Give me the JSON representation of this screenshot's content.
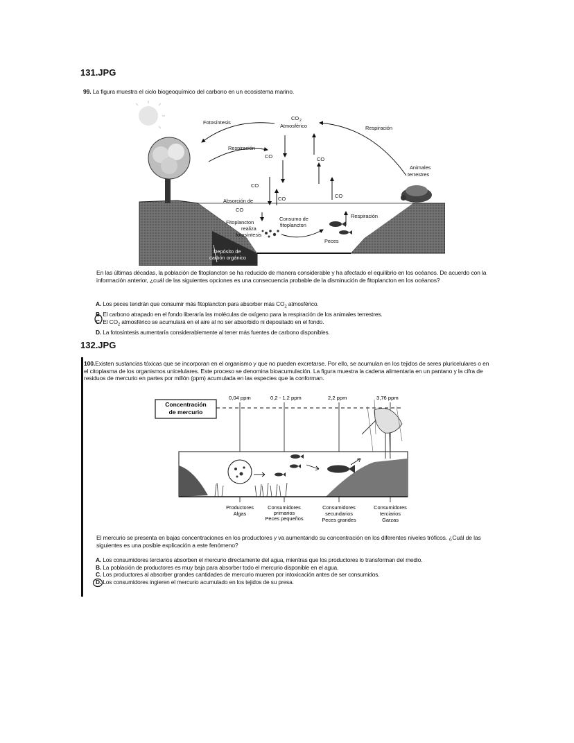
{
  "sections": [
    {
      "filename": "131.JPG",
      "question": {
        "number": "99.",
        "stem": "La figura muestra el ciclo biogeoquímico del carbono en un ecosistema marino.",
        "figure_labels": {
          "fotosintesis": "Fotosíntesis",
          "co2_atm_top": "CO",
          "atmosferico": "Atmosférico",
          "respiracion_right": "Respiración",
          "respiracion_left": "Respiración",
          "co2_a": "CO",
          "co2_b": "CO",
          "co2_c": "CO",
          "co2_d": "CO",
          "co2_e": "CO",
          "animales": "Animales",
          "terrestres": "terrestres",
          "absorcion": "Absorción de",
          "absorcion_co2": "CO",
          "fitoplancton_realiza": "Fitoplancton",
          "realiza": "realiza",
          "fotosintesis2": "fotosíntesis",
          "consumo": "Consumo de",
          "fitoplancton2": "fitoplancton",
          "respiracion_water": "Respiración",
          "peces": "Peces",
          "deposito": "Depósito de",
          "carbon_organico": "carbón orgánico",
          "subscript_2": "2"
        },
        "body": "En las últimas décadas, la población de fitoplancton se ha reducido de manera considerable y ha afectado el equilibrio en los océanos. De acuerdo con la información anterior, ¿cuál de las siguientes opciones es una consecuencia probable de la disminución de fitoplancton en los océanos?",
        "options": [
          {
            "letter": "A.",
            "text_before": "Los peces tendrán que consumir más fitoplancton para absorber más CO",
            "sub": "2",
            "text_after": " atmosférico."
          },
          {
            "letter": "B.",
            "text_before": "El carbono atrapado en el fondo liberaría las moléculas de oxígeno para la respiración de los animales terrestres.",
            "sub": "",
            "text_after": ""
          },
          {
            "letter": "C.",
            "text_before": "El  CO",
            "sub": "2",
            "text_after": " atmosférico se acumulará en el aire al no ser absorbido ni depositado en el fondo."
          },
          {
            "letter": "D.",
            "text_before": "La fotosíntesis aumentaría considerablemente al tener más fuentes de carbono disponibles.",
            "sub": "",
            "text_after": ""
          }
        ]
      }
    },
    {
      "filename": "132.JPG",
      "question": {
        "number": "100.",
        "stem": "Existen sustancias tóxicas que se incorporan en el organismo y que no pueden excretarse. Por ello, se acumulan en los tejidos de seres pluricelulares o en el citoplasma de los organismos unicelulares. Este proceso se denomina bioacumulación. La figura muestra la cadena alimentaria en un pantano y la cifra de residuos de mercurio en partes por millón (ppm) acumulada en las especies que la conforman.",
        "figure_labels": {
          "box_line1": "Concentración",
          "box_line2": "de mercurio",
          "ppm": [
            "0,04 ppm",
            "0,2 - 1,2 ppm",
            "2,2 ppm",
            "3,76 ppm"
          ],
          "species": [
            [
              "Productores",
              "Algas"
            ],
            [
              "Consumidores",
              "primarios",
              "Peces pequeños"
            ],
            [
              "Consumidores",
              "secundarios",
              "Peces grandes"
            ],
            [
              "Consumidores",
              "terciarios",
              "Garzas"
            ]
          ]
        },
        "body": "El mercurio se presenta en bajas concentraciones en los productores y va aumentando su concentración en los diferentes niveles tróficos. ¿Cuál de las siguientes es una posible explicación a este fenómeno?",
        "options": [
          {
            "letter": "A.",
            "text": "Los consumidores terciarios absorben el mercurio directamente del agua, mientras que los productores lo transforman del medio."
          },
          {
            "letter": "B.",
            "text": "La población de productores es muy baja para absorber todo el mercurio disponible en el agua."
          },
          {
            "letter": "C.",
            "text": "Los productores al absorber grandes cantidades de mercurio mueren por intoxicación antes de ser consumidos."
          },
          {
            "letter": "D.",
            "text": "Los consumidores ingieren el mercurio acumulado en los tejidos de su presa."
          }
        ]
      }
    }
  ]
}
